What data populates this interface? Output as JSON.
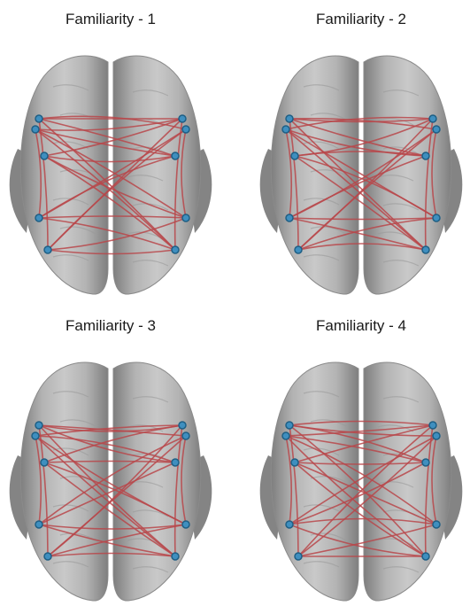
{
  "panels": [
    {
      "title": "Familiarity - 1"
    },
    {
      "title": "Familiarity - 2"
    },
    {
      "title": "Familiarity - 3"
    },
    {
      "title": "Familiarity - 4"
    }
  ],
  "colors": {
    "brain_fill": "#a8a8a8",
    "brain_edge": "#8a8a8a",
    "connection": "#b8474a",
    "node": "#3f8fbf",
    "node_edge": "#1e5f85"
  }
}
